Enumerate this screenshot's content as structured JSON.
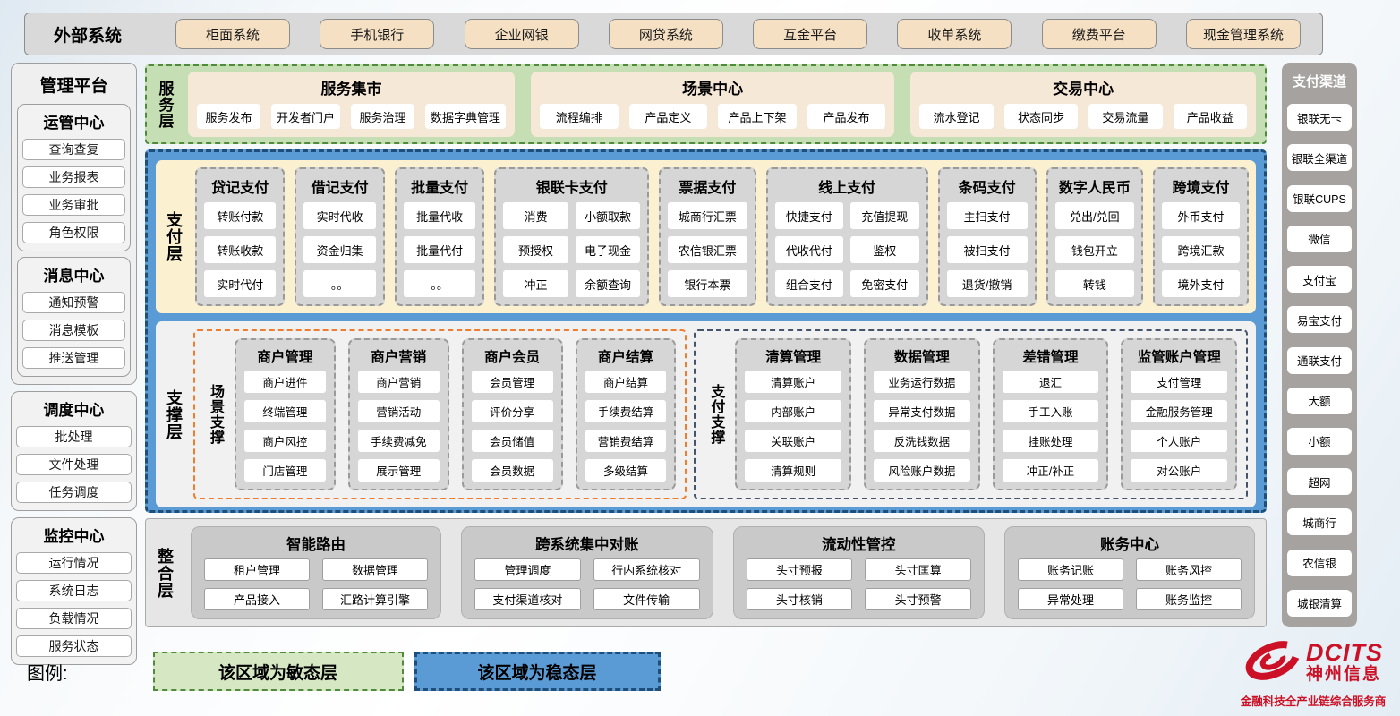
{
  "external": {
    "label": "外部系统",
    "systems": [
      "柜面系统",
      "手机银行",
      "企业网银",
      "网贷系统",
      "互金平台",
      "收单系统",
      "缴费平台",
      "现金管理系统"
    ]
  },
  "left_sidebar": {
    "title": "管理平台",
    "groups": [
      {
        "title": "运管中心",
        "items": [
          "查询查复",
          "业务报表",
          "业务审批",
          "角色权限"
        ]
      },
      {
        "title": "消息中心",
        "items": [
          "通知预警",
          "消息模板",
          "推送管理"
        ]
      },
      {
        "title": "调度中心",
        "items": [
          "批处理",
          "文件处理",
          "任务调度"
        ]
      },
      {
        "title": "监控中心",
        "items": [
          "运行情况",
          "系统日志",
          "负载情况",
          "服务状态"
        ]
      }
    ]
  },
  "service_layer": {
    "label": "服务层",
    "groups": [
      {
        "title": "服务集市",
        "items": [
          "服务发布",
          "开发者门户",
          "服务治理",
          "数据字典管理"
        ]
      },
      {
        "title": "场景中心",
        "items": [
          "流程编排",
          "产品定义",
          "产品上下架",
          "产品发布"
        ]
      },
      {
        "title": "交易中心",
        "items": [
          "流水登记",
          "状态同步",
          "交易流量",
          "产品收益"
        ]
      }
    ]
  },
  "payment_layer": {
    "label": "支付层",
    "columns": [
      {
        "title": "贷记支付",
        "items": [
          "转账付款",
          "转账收款",
          "实时代付"
        ]
      },
      {
        "title": "借记支付",
        "items": [
          "实时代收",
          "资金归集",
          "。。"
        ]
      },
      {
        "title": "批量支付",
        "items": [
          "批量代收",
          "批量代付",
          "。。"
        ]
      },
      {
        "title": "银联卡支付",
        "items": [
          "消费",
          "小额取款",
          "预授权",
          "电子现金",
          "冲正",
          "余额查询"
        ]
      },
      {
        "title": "票据支付",
        "items": [
          "城商行汇票",
          "农信银汇票",
          "银行本票"
        ]
      },
      {
        "title": "线上支付",
        "items": [
          "快捷支付",
          "充值提现",
          "代收代付",
          "鉴权",
          "组合支付",
          "免密支付"
        ]
      },
      {
        "title": "条码支付",
        "items": [
          "主扫支付",
          "被扫支付",
          "退货/撤销"
        ]
      },
      {
        "title": "数字人民币",
        "items": [
          "兑出/兑回",
          "钱包开立",
          "转钱"
        ]
      },
      {
        "title": "跨境支付",
        "items": [
          "外币支付",
          "跨境汇款",
          "境外支付"
        ]
      }
    ]
  },
  "support_layer": {
    "label": "支撑层",
    "scene": {
      "label": "场景支撑",
      "columns": [
        {
          "title": "商户管理",
          "items": [
            "商户进件",
            "终端管理",
            "商户风控",
            "门店管理"
          ]
        },
        {
          "title": "商户营销",
          "items": [
            "商户营销",
            "营销活动",
            "手续费减免",
            "展示管理"
          ]
        },
        {
          "title": "商户会员",
          "items": [
            "会员管理",
            "评价分享",
            "会员储值",
            "会员数据"
          ]
        },
        {
          "title": "商户结算",
          "items": [
            "商户结算",
            "手续费结算",
            "营销费结算",
            "多级结算"
          ]
        }
      ]
    },
    "pay": {
      "label": "支付支撑",
      "columns": [
        {
          "title": "清算管理",
          "items": [
            "清算账户",
            "内部账户",
            "关联账户",
            "清算规则"
          ]
        },
        {
          "title": "数据管理",
          "items": [
            "业务运行数据",
            "异常支付数据",
            "反洗钱数据",
            "风险账户数据"
          ]
        },
        {
          "title": "差错管理",
          "items": [
            "退汇",
            "手工入账",
            "挂账处理",
            "冲正/补正"
          ]
        },
        {
          "title": "监管账户管理",
          "items": [
            "支付管理",
            "金融服务管理",
            "个人账户",
            "对公账户"
          ]
        }
      ]
    }
  },
  "integration_layer": {
    "label": "整合层",
    "groups": [
      {
        "title": "智能路由",
        "items": [
          "租户管理",
          "数据管理",
          "产品接入",
          "汇路计算引擎"
        ]
      },
      {
        "title": "跨系统集中对账",
        "items": [
          "管理调度",
          "行内系统核对",
          "支付渠道核对",
          "文件传输"
        ]
      },
      {
        "title": "流动性管控",
        "items": [
          "头寸预报",
          "头寸匡算",
          "头寸核销",
          "头寸预警"
        ]
      },
      {
        "title": "账务中心",
        "items": [
          "账务记账",
          "账务风控",
          "异常处理",
          "账务监控"
        ]
      }
    ]
  },
  "right_sidebar": {
    "title": "支付渠道",
    "items": [
      "银联无卡",
      "银联全渠道",
      "银联CUPS",
      "微信",
      "支付宝",
      "易宝支付",
      "通联支付",
      "大额",
      "小额",
      "超网",
      "城商行",
      "农信银",
      "城银清算"
    ]
  },
  "legend": {
    "label": "图例:",
    "agile": "该区域为敏态层",
    "stable": "该区域为稳态层"
  },
  "logo": {
    "brand": "DCITS",
    "name": "神州信息",
    "tagline": "金融科技全产业链综合服务商"
  },
  "colors": {
    "agile_green": "#c6deb4",
    "stable_blue": "#5b9bd5",
    "stable_border": "#1f4e79",
    "payment_cream": "#fbf1d1",
    "scene_orange": "#ed7d31",
    "paysup_slate": "#44546a",
    "node_gray": "#d6d6d6",
    "channel_gray": "#a6a29f",
    "external_tan": "#f5e0c3",
    "logo_red": "#cc1126"
  }
}
